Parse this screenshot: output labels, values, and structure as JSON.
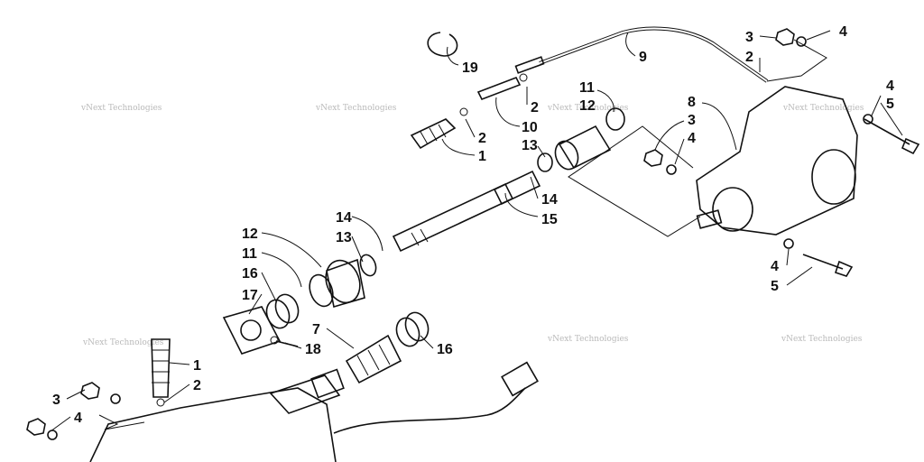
{
  "watermarks": [
    "vNext Technologies",
    "vNext Technologies",
    "vNext Technologies",
    "vNext Technologies",
    "vNext Technologies",
    "vNext Technologies",
    "vNext Technologies"
  ],
  "callouts": [
    "19",
    "9",
    "3",
    "4",
    "2",
    "2",
    "10",
    "2",
    "1",
    "11",
    "12",
    "4",
    "5",
    "8",
    "3",
    "4",
    "13",
    "14",
    "15",
    "14",
    "13",
    "12",
    "11",
    "16",
    "17",
    "7",
    "18",
    "16",
    "4",
    "5",
    "1",
    "2",
    "3",
    "4"
  ]
}
